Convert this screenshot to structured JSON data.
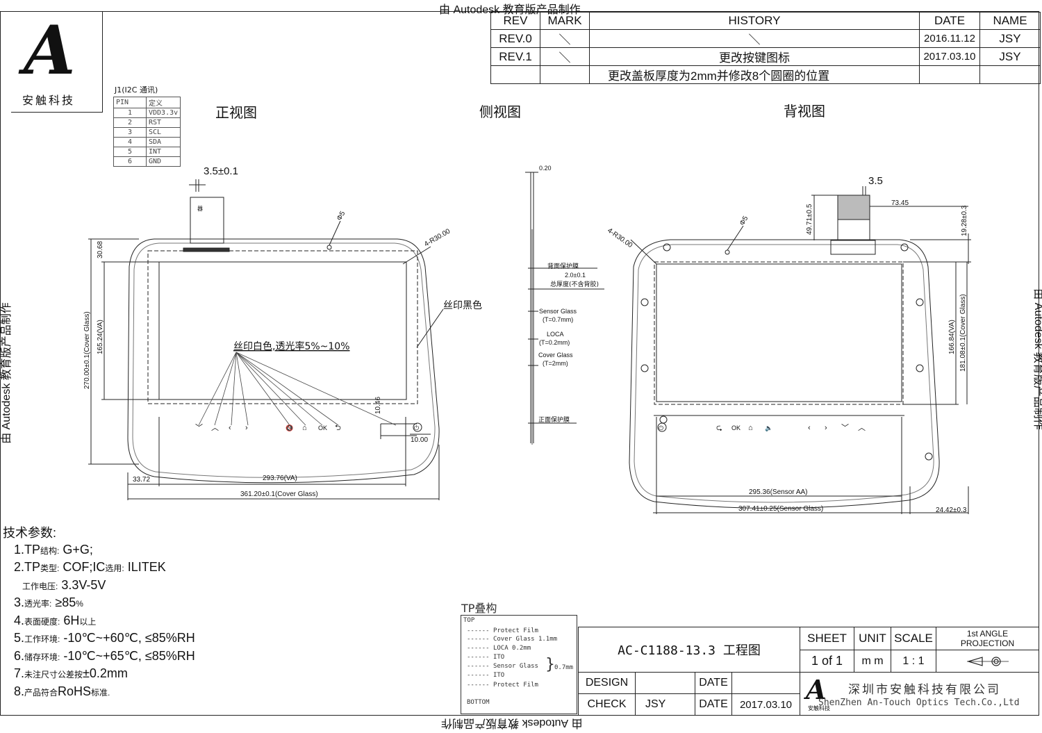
{
  "watermark": "由 Autodesk 教育版产品制作",
  "logo": {
    "mark": "A",
    "text": "安触科技"
  },
  "history_table": {
    "headers": [
      "REV",
      "MARK",
      "HISTORY",
      "DATE",
      "NAME"
    ],
    "rows": [
      {
        "rev": "REV.0",
        "mark": "＼",
        "history": "＼",
        "date": "2016.11.12",
        "name": "JSY"
      },
      {
        "rev": "REV.1",
        "mark": "＼",
        "history": "更改按键图标",
        "date": "2017.03.10",
        "name": "JSY"
      },
      {
        "rev": "",
        "mark": "",
        "history": "更改盖板厚度为2mm并修改8个圆圈的位置",
        "date": "",
        "name": ""
      }
    ]
  },
  "connector": {
    "title": "J1(I2C 通讯)",
    "headers": [
      "PIN",
      "定义"
    ],
    "rows": [
      [
        "1",
        "VDD3.3v"
      ],
      [
        "2",
        "RST"
      ],
      [
        "3",
        "SCL"
      ],
      [
        "4",
        "SDA"
      ],
      [
        "5",
        "INT"
      ],
      [
        "6",
        "GND"
      ]
    ]
  },
  "views": {
    "front": "正视图",
    "side": "侧视图",
    "back": "背视图"
  },
  "front_view": {
    "fpc_width": "3.5±0.1",
    "fpc_label": "器",
    "corner": "4-R30.00",
    "hole": "Φ5",
    "dim_top": "30.68",
    "dim_height_cg": "270.00±0.1(Cover Glass)",
    "dim_height_va": "165.24(VA)",
    "silk_black": "丝印黑色",
    "silk_white": "丝印白色,透光率5%~10%",
    "dim_key_h": "10.46",
    "dim_key_w": "10.00",
    "dim_left": "33.72",
    "dim_width_va": "293.76(VA)",
    "dim_width_cg": "361.20±0.1(Cover Glass)",
    "keys": [
      "﹀",
      "︿",
      "‹",
      "›",
      "🔇",
      "⌂",
      "OK",
      "⮌",
      "⏻"
    ]
  },
  "side_view": {
    "thickness_top": "0.20",
    "back_film": "背面保护膜",
    "total": "2.0±0.1",
    "total_note": "总厚度(不含背胶)",
    "sensor": "Sensor Glass",
    "sensor_t": "(T=0.7mm)",
    "loca": "LOCA",
    "loca_t": "(T=0.2mm)",
    "cover": "Cover Glass",
    "cover_t": "(T=2mm)",
    "front_film": "正面保护膜"
  },
  "back_view": {
    "fpc_width": "3.5",
    "dim_fpc_offset": "73.45",
    "dim_fpc_len": "49.71±0.5",
    "dim_top": "19.28±0.3",
    "corner": "4-R30.00",
    "hole": "Φ5",
    "dim_height_aa": "166.84(VA)",
    "dim_height_cg": "181.08±0.1(Cover Glass)",
    "dim_width_aa": "295.36(Sensor AA)",
    "dim_width_sg": "307.41±0.25(Sensor Glass)",
    "dim_right": "24.42±0.3",
    "keys": [
      "⏻",
      "⮎",
      "OK",
      "⌂",
      "🔈",
      "‹",
      "›",
      "﹀",
      "︿"
    ]
  },
  "specs": {
    "title": "技术参数:",
    "lines": [
      [
        "1.TP",
        "结构:",
        " G+G;"
      ],
      [
        "2.TP",
        "类型:",
        " COF;IC",
        "选用:",
        " ILITEK"
      ],
      [
        "",
        "工作电压:",
        " 3.3V-5V"
      ],
      [
        "3.",
        "透光率:",
        " ≥85",
        "%"
      ],
      [
        "4.",
        "表面硬度:",
        " 6H",
        "以上"
      ],
      [
        "5.",
        "工作环境:",
        " -10℃~+60℃, ≤85%RH"
      ],
      [
        "6.",
        "储存环境:",
        " -10℃~+65℃, ≤85%RH"
      ],
      [
        "7.",
        "未注尺寸公差按",
        "±0.2mm"
      ],
      [
        "8.",
        "产品符合",
        "RoHS",
        "标准."
      ]
    ]
  },
  "stack": {
    "title": "TP叠构",
    "top": "TOP",
    "layers": [
      "Protect Film",
      "Cover Glass 1.1mm",
      "LOCA  0.2mm",
      "ITO",
      "Sensor Glass",
      "ITO",
      "Protect Film"
    ],
    "group": "0.7mm",
    "bottom": "BOTTOM"
  },
  "title_block": {
    "drawing_no": "AC-C1188-13.3 工程图",
    "sheet_label": "SHEET",
    "sheet": "1 of 1",
    "unit_label": "UNIT",
    "unit": "m m",
    "scale_label": "SCALE",
    "scale": "1 : 1",
    "projection": "1st ANGLE PROJECTION",
    "design_label": "DESIGN",
    "design": "",
    "date_label": "DATE",
    "design_date": "",
    "check_label": "CHECK",
    "check": "JSY",
    "check_date": "2017.03.10",
    "company_cn": "深圳市安触科技有限公司",
    "company_en": "ShenZhen An-Touch Optics Tech.Co.,Ltd"
  }
}
